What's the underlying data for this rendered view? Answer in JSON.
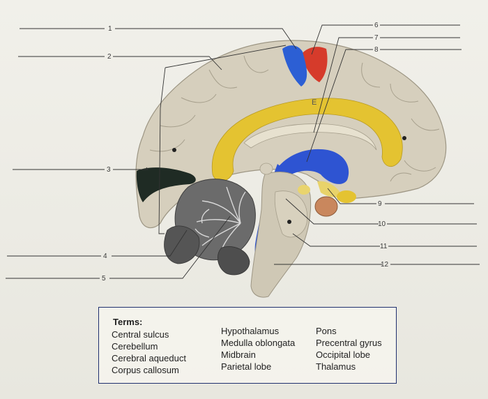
{
  "labels": [
    "1",
    "2",
    "3",
    "4",
    "5",
    "6",
    "7",
    "8",
    "9",
    "10",
    "11",
    "12"
  ],
  "structure_letter": "E",
  "terms": {
    "title": "Terms:",
    "column1": [
      "Central sulcus",
      "Cerebellum",
      "Cerebral aqueduct",
      "Corpus callosum"
    ],
    "column2": [
      "Hypothalamus",
      "Medulla oblongata",
      "Midbrain",
      "Parietal lobe"
    ],
    "column3": [
      "Pons",
      "Precentral gyrus",
      "Occipital lobe",
      "Thalamus"
    ]
  },
  "colors": {
    "cortex": "#d9d2c0",
    "corpus_callosum": "#e6c531",
    "precentral": "#d63b2b",
    "postcentral": "#2c5fd4",
    "ventricle": "#2e54d2",
    "cerebellum": "#5f5f5f",
    "occipital_dark": "#1f2b24",
    "box_border": "#1f2f6e"
  }
}
